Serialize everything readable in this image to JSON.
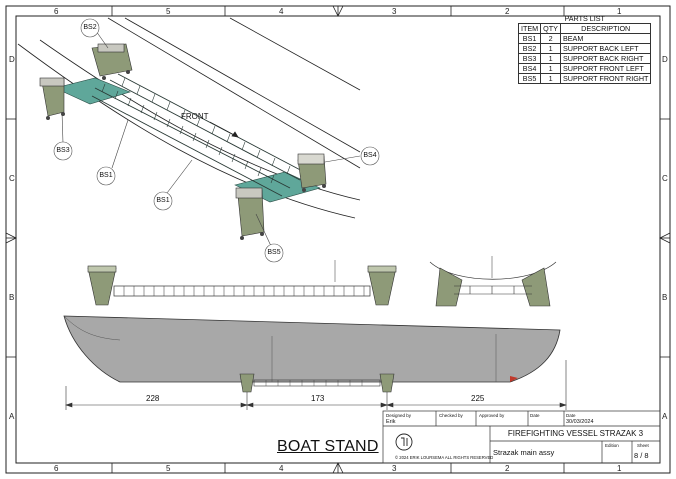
{
  "frame": {
    "columns_top": [
      "6",
      "5",
      "4",
      "3",
      "2",
      "1"
    ],
    "columns_bottom": [
      "6",
      "5",
      "4",
      "3",
      "2",
      "1"
    ],
    "rows_left": [
      "D",
      "C",
      "B",
      "A"
    ],
    "rows_right": [
      "D",
      "C",
      "B",
      "A"
    ]
  },
  "parts_list": {
    "caption": "PARTS LIST",
    "headers": [
      "ITEM",
      "QTY",
      "DESCRIPTION"
    ],
    "rows": [
      [
        "BS1",
        "2",
        "BEAM"
      ],
      [
        "BS2",
        "1",
        "SUPPORT BACK LEFT"
      ],
      [
        "BS3",
        "1",
        "SUPPORT BACK RIGHT"
      ],
      [
        "BS4",
        "1",
        "SUPPORT FRONT LEFT"
      ],
      [
        "BS5",
        "1",
        "SUPPORT FRONT RIGHT"
      ]
    ]
  },
  "iso_view": {
    "front_label": "FRONT",
    "balloons": {
      "bs2": "BS2",
      "bs3": "BS3",
      "bs1a": "BS1",
      "bs1b": "BS1",
      "bs4": "BS4",
      "bs5": "BS5"
    }
  },
  "dimensions": {
    "d1": "228",
    "d2": "173",
    "d3": "225"
  },
  "title_block": {
    "designed_by_label": "Designed by",
    "designed_by": "Erik",
    "checked_by_label": "Checked by",
    "approved_by_label": "Approved by",
    "date_label1": "Date",
    "date_label2": "Date",
    "date": "30/03/2024",
    "project": "FIREFIGHTING VESSEL STRAZAK 3",
    "assembly": "Strazak main assy",
    "edition_label": "Edition",
    "sheet_label": "Sheet",
    "sheet": "8 / 8",
    "copyright": "© 2024 ERIK LOURSEMA ALL RIGHTS RESERVED"
  },
  "drawing_title": "BOAT STAND",
  "colors": {
    "hull": "#a8a8a8",
    "stand_teal": "#5fa79a",
    "support_olive": "#8e9a78"
  }
}
